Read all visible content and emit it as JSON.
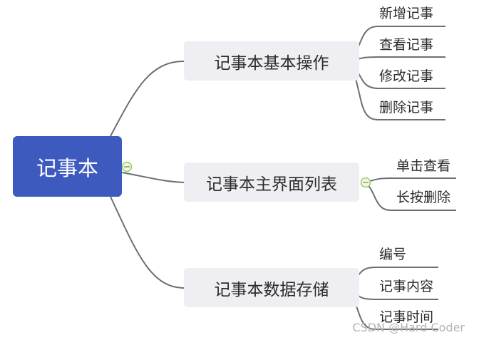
{
  "root": {
    "label": "记事本"
  },
  "branches": [
    {
      "label": "记事本基本操作",
      "leaves": [
        "新增记事",
        "查看记事",
        "修改记事",
        "删除记事"
      ]
    },
    {
      "label": "记事本主界面列表",
      "leaves": [
        "单击查看",
        "长按删除"
      ]
    },
    {
      "label": "记事本数据存储",
      "leaves": [
        "编号",
        "记事内容",
        "记事时间"
      ]
    }
  ],
  "watermark": "CSDN @Hard Coder",
  "colors": {
    "root": "#3d5bbf",
    "branch": "#eeeef3",
    "line": "#6e6e6e",
    "toggle": "#9bc96a"
  }
}
